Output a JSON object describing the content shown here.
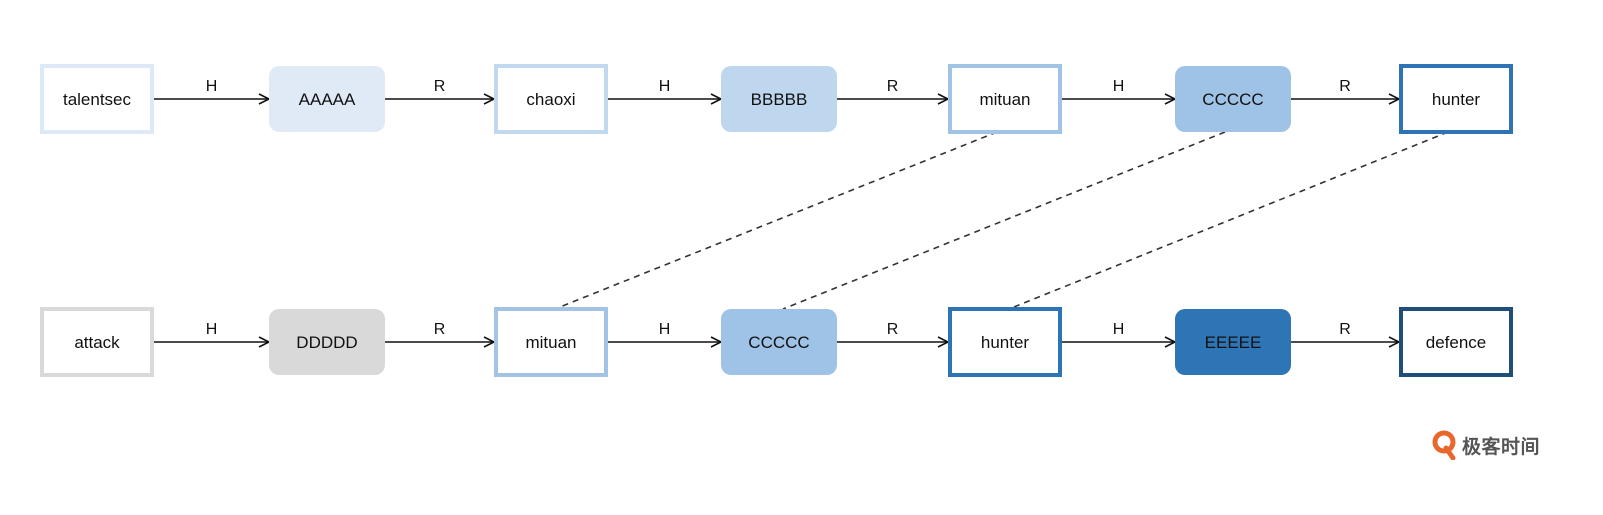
{
  "rows": [
    {
      "nodes": [
        {
          "label": "talentsec",
          "shape": "square",
          "stroke": "#dde9f6",
          "fill": "#ffffff"
        },
        {
          "label": "AAAAA",
          "shape": "rounded",
          "stroke": "#e0eaf6",
          "fill": "#e0eaf6"
        },
        {
          "label": "chaoxi",
          "shape": "square",
          "stroke": "#c2d8ee",
          "fill": "#ffffff"
        },
        {
          "label": "BBBBB",
          "shape": "rounded",
          "stroke": "#bed6ee",
          "fill": "#bed6ee"
        },
        {
          "label": "mituan",
          "shape": "square",
          "stroke": "#a0c3e6",
          "fill": "#ffffff"
        },
        {
          "label": "CCCCC",
          "shape": "rounded",
          "stroke": "#9fc3e6",
          "fill": "#9fc3e6"
        },
        {
          "label": "hunter",
          "shape": "square",
          "stroke": "#2e74b5",
          "fill": "#ffffff"
        }
      ],
      "edges": [
        "H",
        "R",
        "H",
        "R",
        "H",
        "R"
      ]
    },
    {
      "nodes": [
        {
          "label": "attack",
          "shape": "square",
          "stroke": "#d9d9d9",
          "fill": "#ffffff"
        },
        {
          "label": "DDDDD",
          "shape": "rounded",
          "stroke": "#d9d9d9",
          "fill": "#d9d9d9"
        },
        {
          "label": "mituan",
          "shape": "square",
          "stroke": "#a0c3e6",
          "fill": "#ffffff"
        },
        {
          "label": "CCCCC",
          "shape": "rounded",
          "stroke": "#9fc3e6",
          "fill": "#9fc3e6"
        },
        {
          "label": "hunter",
          "shape": "square",
          "stroke": "#2e74b5",
          "fill": "#ffffff"
        },
        {
          "label": "EEEEE",
          "shape": "rounded",
          "stroke": "#2e75b6",
          "fill": "#2e75b6"
        },
        {
          "label": "defence",
          "shape": "square",
          "stroke": "#1f4e79",
          "fill": "#ffffff"
        }
      ],
      "edges": [
        "H",
        "R",
        "H",
        "R",
        "H",
        "R"
      ]
    }
  ],
  "links": [
    {
      "from": [
        0,
        4
      ],
      "to": [
        1,
        2
      ]
    },
    {
      "from": [
        0,
        5
      ],
      "to": [
        1,
        3
      ]
    },
    {
      "from": [
        0,
        6
      ],
      "to": [
        1,
        4
      ]
    }
  ],
  "watermark": {
    "text": "极客时间",
    "icon": "geektime-logo-icon",
    "icon_color": "#e8672d"
  }
}
